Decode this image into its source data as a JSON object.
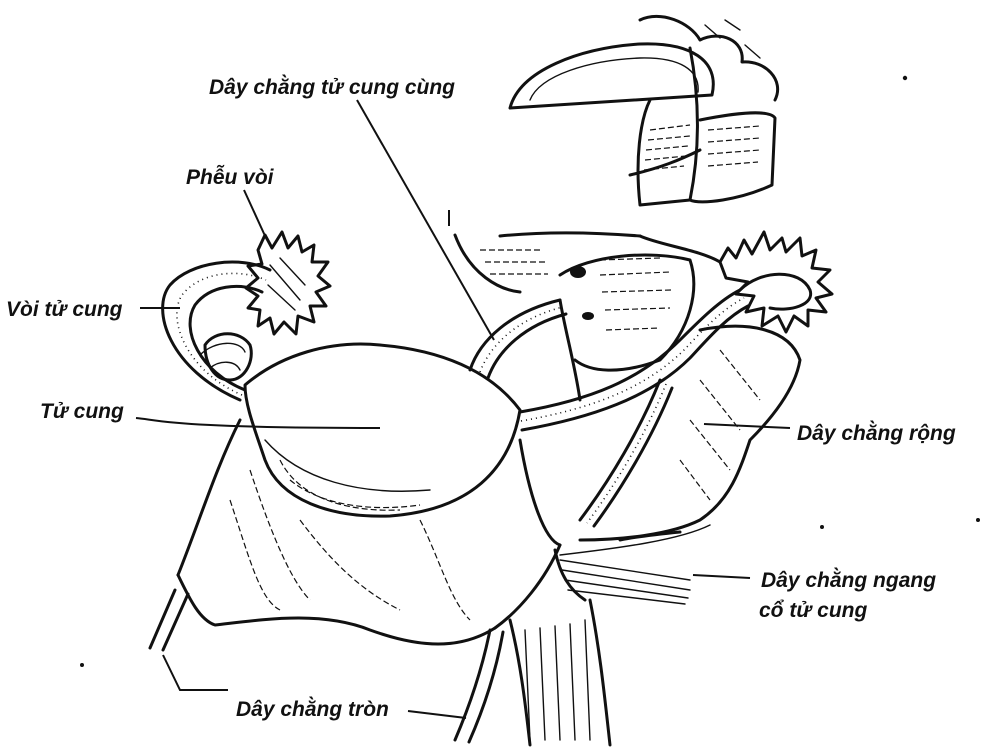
{
  "labels": {
    "uterosacral_ligament": "Dây chằng tử cung cùng",
    "fimbria": "Phễu vòi",
    "fallopian_tube": "Vòi tử cung",
    "uterus": "Tử cung",
    "broad_ligament": "Dây chằng rộng",
    "cardinal_ligament_line1": "Dây chằng ngang",
    "cardinal_ligament_line2": "cổ tử cung",
    "round_ligament": "Dây chằng tròn"
  }
}
